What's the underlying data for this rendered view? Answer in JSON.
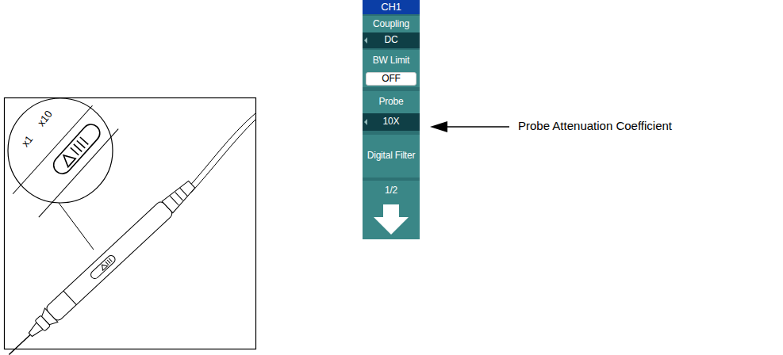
{
  "diagram": {
    "nodes": [
      {
        "text": [
          "CH1"
        ]
      },
      {
        "text": [
          "Coupling",
          "DC"
        ]
      },
      {
        "text": [
          "BW Limit",
          "OFF"
        ]
      },
      {
        "text": [
          "Probe",
          "10X"
        ]
      },
      {
        "text": [
          "Digital Filter"
        ]
      },
      {
        "text": [
          "1/2"
        ]
      }
    ],
    "labels": [
      "x1",
      "x10",
      "Probe Attenuation Coefficient"
    ]
  }
}
